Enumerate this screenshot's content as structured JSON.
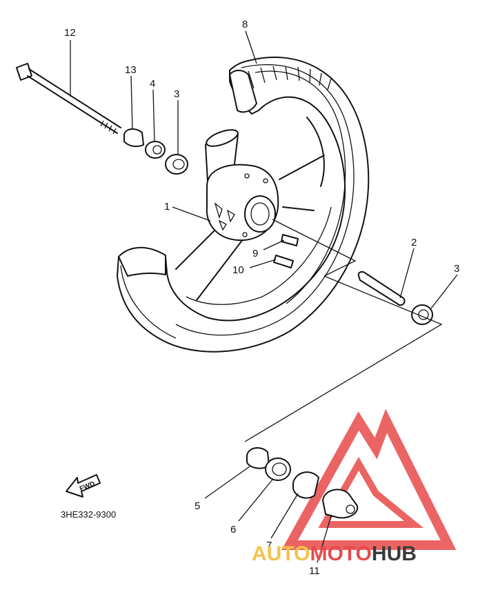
{
  "diagram": {
    "code": "3HE332-9300",
    "fwd_label": "FWD",
    "callouts": [
      "12",
      "13",
      "4",
      "3",
      "8",
      "1",
      "9",
      "10",
      "2",
      "3",
      "5",
      "6",
      "7",
      "11"
    ]
  },
  "watermark": {
    "auto": "AUTO",
    "moto": "MOTO",
    "hub": "HUB",
    "colors": {
      "triangle": "#e84a4a",
      "auto": "#f3c34a",
      "moto": "#e84a4a",
      "hub": "#3a3a3a"
    }
  }
}
